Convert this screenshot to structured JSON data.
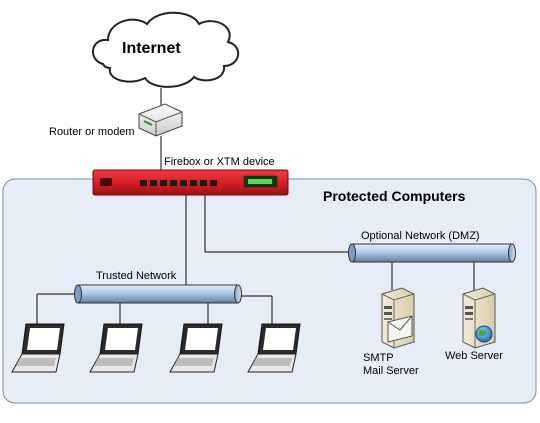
{
  "labels": {
    "internet": "Internet",
    "router": "Router or modem",
    "firebox": "Firebox or XTM device",
    "protected": "Protected Computers",
    "optional": "Optional Network (DMZ)",
    "trusted": "Trusted Network",
    "smtp_line1": "SMTP",
    "smtp_line2": "Mail Server",
    "web": "Web Server"
  },
  "colors": {
    "zone_fill": "#e6edf6",
    "zone_border": "#7c8ea8",
    "firebox_red": "#d21d24",
    "bus_blue": "#a9c3df",
    "cable": "#333333"
  },
  "icons": [
    "cloud-icon",
    "router-icon",
    "firewall-icon",
    "laptop-icon",
    "server-icon",
    "globe-icon"
  ]
}
